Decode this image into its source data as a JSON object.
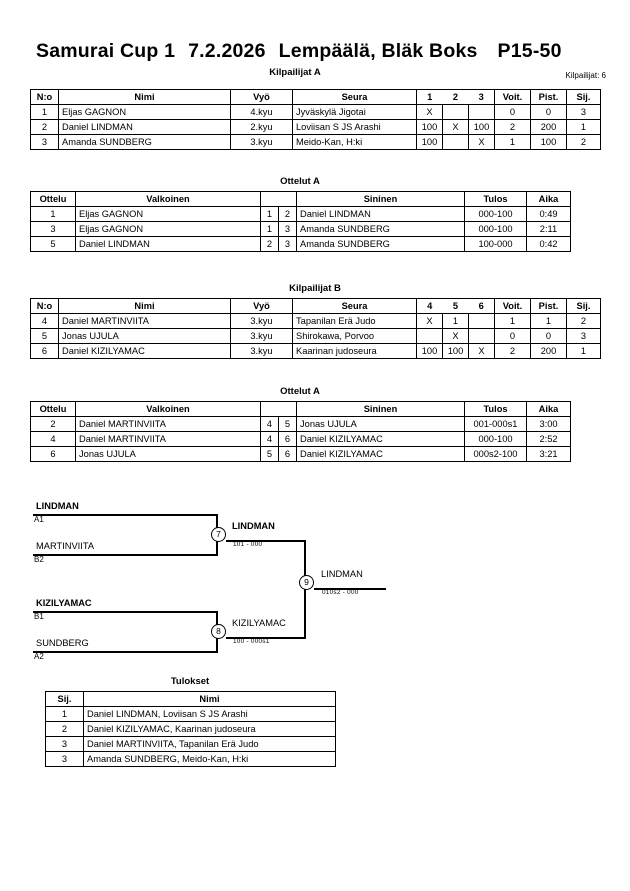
{
  "header": {
    "event": "Samurai Cup 1",
    "date": "7.2.2026",
    "venue": "Lempäälä, Bläk Boks",
    "category": "P15-50",
    "pool_caption": "Kilpailijat A",
    "entrants": "Kilpailijat: 6"
  },
  "pool_a": {
    "caption": "Kilpailijat A",
    "columns": [
      "N:o",
      "Nimi",
      "Vyö",
      "Seura",
      "1",
      "2",
      "3",
      "Voit.",
      "Pist.",
      "Sij."
    ],
    "rows": [
      {
        "no": "1",
        "name": "Eljas GAGNON",
        "belt": "4.kyu",
        "club": "Jyväskylä Jigotai",
        "m1": "X",
        "m2": "",
        "m3": "",
        "wins": "0",
        "points": "0",
        "rank": "3"
      },
      {
        "no": "2",
        "name": "Daniel LINDMAN",
        "belt": "2.kyu",
        "club": "Loviisan S JS Arashi",
        "m1": "100",
        "m2": "X",
        "m3": "100",
        "wins": "2",
        "points": "200",
        "rank": "1"
      },
      {
        "no": "3",
        "name": "Amanda SUNDBERG",
        "belt": "3.kyu",
        "club": "Meido-Kan, H:ki",
        "m1": "100",
        "m2": "",
        "m3": "X",
        "wins": "1",
        "points": "100",
        "rank": "2"
      }
    ]
  },
  "matches_a": {
    "caption": "Ottelut A",
    "columns": [
      "Ottelu",
      "Valkoinen",
      "",
      "",
      "Sininen",
      "Tulos",
      "Aika"
    ],
    "rows": [
      {
        "match": "1",
        "white": "Eljas GAGNON",
        "white_bold": false,
        "wn": "1",
        "bn": "2",
        "blue": "Daniel LINDMAN",
        "blue_bold": true,
        "result": "000-100",
        "time": "0:49"
      },
      {
        "match": "3",
        "white": "Eljas GAGNON",
        "white_bold": false,
        "wn": "1",
        "bn": "3",
        "blue": "Amanda SUNDBERG",
        "blue_bold": true,
        "result": "000-100",
        "time": "2:11"
      },
      {
        "match": "5",
        "white": "Daniel LINDMAN",
        "white_bold": true,
        "wn": "2",
        "bn": "3",
        "blue": "Amanda SUNDBERG",
        "blue_bold": false,
        "result": "100-000",
        "time": "0:42"
      }
    ]
  },
  "pool_b": {
    "caption": "Kilpailijat B",
    "columns": [
      "N:o",
      "Nimi",
      "Vyö",
      "Seura",
      "4",
      "5",
      "6",
      "Voit.",
      "Pist.",
      "Sij."
    ],
    "rows": [
      {
        "no": "4",
        "name": "Daniel MARTINVIITA",
        "belt": "3.kyu",
        "club": "Tapanilan Erä Judo",
        "m1": "X",
        "m2": "1",
        "m3": "",
        "wins": "1",
        "points": "1",
        "rank": "2"
      },
      {
        "no": "5",
        "name": "Jonas UJULA",
        "belt": "3.kyu",
        "club": "Shirokawa, Porvoo",
        "m1": "",
        "m2": "X",
        "m3": "",
        "wins": "0",
        "points": "0",
        "rank": "3"
      },
      {
        "no": "6",
        "name": "Daniel KIZILYAMAC",
        "belt": "3.kyu",
        "club": "Kaarinan judoseura",
        "m1": "100",
        "m2": "100",
        "m3": "X",
        "wins": "2",
        "points": "200",
        "rank": "1"
      }
    ]
  },
  "matches_b": {
    "caption": "Ottelut A",
    "columns": [
      "Ottelu",
      "Valkoinen",
      "",
      "",
      "Sininen",
      "Tulos",
      "Aika"
    ],
    "rows": [
      {
        "match": "2",
        "white": "Daniel MARTINVIITA",
        "white_bold": true,
        "wn": "4",
        "bn": "5",
        "blue": "Jonas UJULA",
        "blue_bold": false,
        "result": "001-000s1",
        "time": "3:00"
      },
      {
        "match": "4",
        "white": "Daniel MARTINVIITA",
        "white_bold": false,
        "wn": "4",
        "bn": "6",
        "blue": "Daniel KIZILYAMAC",
        "blue_bold": true,
        "result": "000-100",
        "time": "2:52"
      },
      {
        "match": "6",
        "white": "Jonas UJULA",
        "white_bold": false,
        "wn": "5",
        "bn": "6",
        "blue": "Daniel KIZILYAMAC",
        "blue_bold": true,
        "result": "000s2-100",
        "time": "3:21"
      }
    ]
  },
  "bracket": {
    "entries": [
      {
        "name": "LINDMAN",
        "seed": "A1",
        "winner": true
      },
      {
        "name": "MARTINVIITA",
        "seed": "B2",
        "winner": false
      },
      {
        "name": "KIZILYAMAC",
        "seed": "B1",
        "winner": true
      },
      {
        "name": "SUNDBERG",
        "seed": "A2",
        "winner": false
      }
    ],
    "semifinal_1": {
      "node": "7",
      "name": "LINDMAN",
      "score": "101 - 000"
    },
    "semifinal_2": {
      "node": "8",
      "name": "KIZILYAMAC",
      "score": "100 - 000s1"
    },
    "final": {
      "node": "9",
      "name": "LINDMAN",
      "score": "010s2 - 000"
    }
  },
  "results": {
    "caption": "Tulokset",
    "columns": [
      "Sij.",
      "Nimi"
    ],
    "rows": [
      {
        "rank": "1",
        "name": "Daniel LINDMAN, Loviisan S JS Arashi"
      },
      {
        "rank": "2",
        "name": "Daniel KIZILYAMAC, Kaarinan judoseura"
      },
      {
        "rank": "3",
        "name": "Daniel MARTINVIITA, Tapanilan Erä Judo"
      },
      {
        "rank": "3",
        "name": "Amanda SUNDBERG, Meido-Kan, H:ki"
      }
    ]
  }
}
